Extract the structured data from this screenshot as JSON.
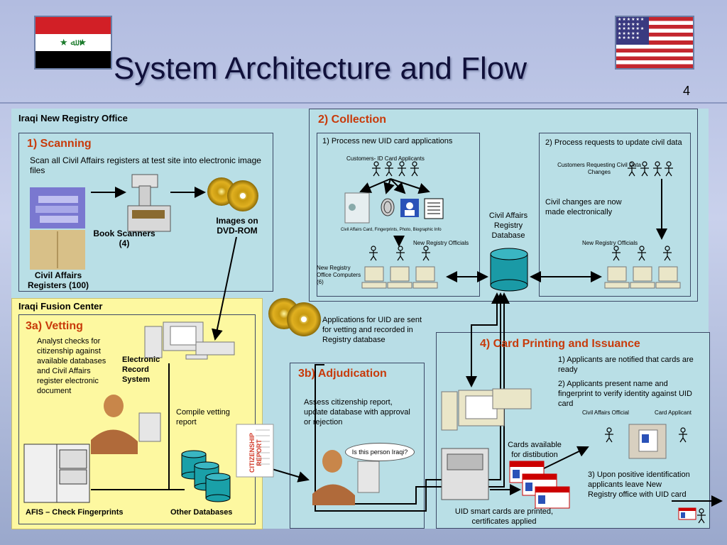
{
  "title": "System Architecture and Flow",
  "page_number": "4",
  "registry_office": {
    "title": "Iraqi New Registry Office",
    "scanning": {
      "title": "1) Scanning",
      "desc": "Scan all Civil Affairs registers at test site into electronic image files",
      "book_scanners": "Book Scanners (4)",
      "images_dvd": "Images on DVD-ROM",
      "civil_registers": "Civil Affairs Registers (100)"
    }
  },
  "collection": {
    "title": "2) Collection",
    "process_new": "1) Process new UID card applications",
    "customers_id": "Customers- ID Card Applicants",
    "card_items": "Civil Affairs Card, Fingerprints, Photo, Biographic Info",
    "officials_1": "New Registry Officials",
    "computers": "New Registry Office Computers (6)",
    "database": "Civil Affairs Registry Database",
    "process_update": "2) Process requests to update civil data",
    "customers_requesting": "Customers Requesting Civil Data Changes",
    "civil_changes": "Civil changes are now made electronically",
    "officials_2": "New Registry Officials"
  },
  "fusion_center": {
    "title": "Iraqi Fusion Center",
    "vetting_title": "3a) Vetting",
    "analyst": "Analyst checks for citizenship against available databases and Civil Affairs register electronic document",
    "ers": "Electronic Record System",
    "compile": "Compile vetting report",
    "report_stamp": "CITIZENSHIP REPORT",
    "afis": "AFIS – Check Fingerprints",
    "other_db": "Other Databases"
  },
  "applications_note": "Applications for UID are sent for vetting and recorded in Registry database",
  "adjudication": {
    "title": "3b) Adjudication",
    "desc": "Assess citizenship report, update database with approval or rejection",
    "bubble": "Is this person Iraqi?"
  },
  "card_printing": {
    "title": "4) Card Printing and Issuance",
    "step1": "1) Applicants are notified that cards are ready",
    "step2": "2) Applicants present name and fingerprint to verify identity against UID card",
    "official": "Civil Affairs Official",
    "applicant": "Card Applicant",
    "available": "Cards available for distibution",
    "step3": "3) Upon positive identification applicants leave New Registry office with UID card",
    "printed": "UID smart cards are printed, certificates applied"
  },
  "colors": {
    "accent": "#c83a0a",
    "panel": "#b9dfe6",
    "fusion": "#fdf8a0",
    "database": "#1a9aa6"
  }
}
